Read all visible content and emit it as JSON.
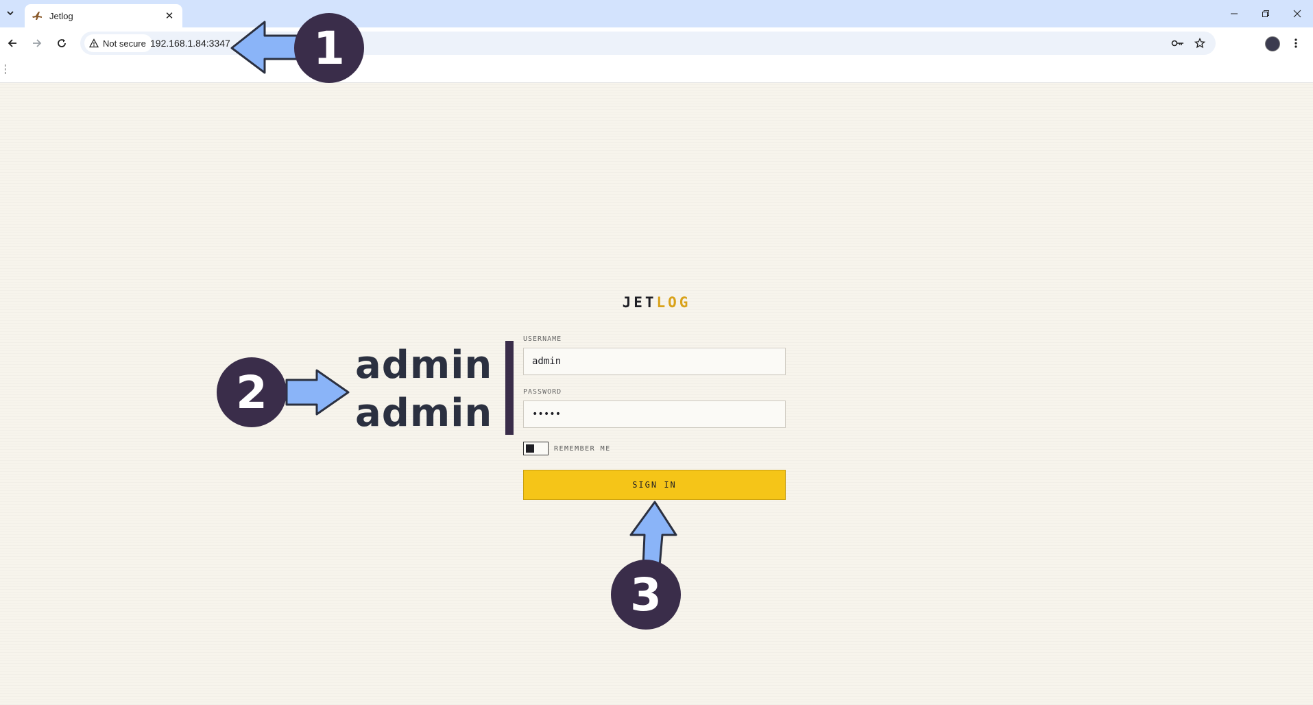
{
  "browser": {
    "tab_title": "Jetlog",
    "security_label": "Not secure",
    "url": "192.168.1.84:3347"
  },
  "page": {
    "logo_part1": "JET",
    "logo_part2": "LOG",
    "username_label": "USERNAME",
    "username_value": "admin",
    "password_label": "PASSWORD",
    "password_value": "•••••",
    "remember_label": "REMEMBER ME",
    "signin_label": "SIGN IN"
  },
  "annotations": {
    "step1": "1",
    "step2": "2",
    "step3": "3",
    "cred_user": "admin",
    "cred_pass": "admin"
  },
  "colors": {
    "accent": "#f5c518",
    "logo_highlight": "#d9a21a",
    "marker": "#3a2d4a",
    "arrow_fill": "#8ab4f8"
  }
}
